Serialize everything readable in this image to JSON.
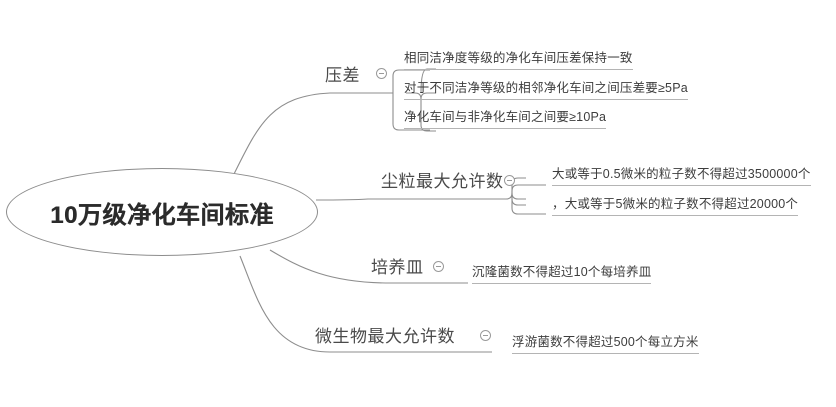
{
  "central": {
    "label": "10万级净化车间标准"
  },
  "toggle_icon": "collapse-minus-icon",
  "branches": [
    {
      "label": "压差",
      "items": [
        "相同洁净度等级的净化车间压差保持一致",
        "对于不同洁净等级的相邻净化车间之间压差要≥5Pa",
        "净化车间与非净化车间之间要≥10Pa"
      ]
    },
    {
      "label": "尘粒最大允许数",
      "items": [
        "大或等于0.5微米的粒子数不得超过3500000个",
        "，大或等于5微米的粒子数不得超过20000个"
      ]
    },
    {
      "label": "培养皿",
      "items": [
        "沉隆菌数不得超过10个每培养皿"
      ]
    },
    {
      "label": "微生物最大允许数",
      "items": [
        "浮游菌数不得超过500个每立方米"
      ]
    }
  ],
  "colors": {
    "line": "#8d8d8d",
    "underline": "#b4b4b4",
    "text": "#3d3d3d",
    "central_text": "#2b2b2b",
    "background": "#ffffff"
  }
}
